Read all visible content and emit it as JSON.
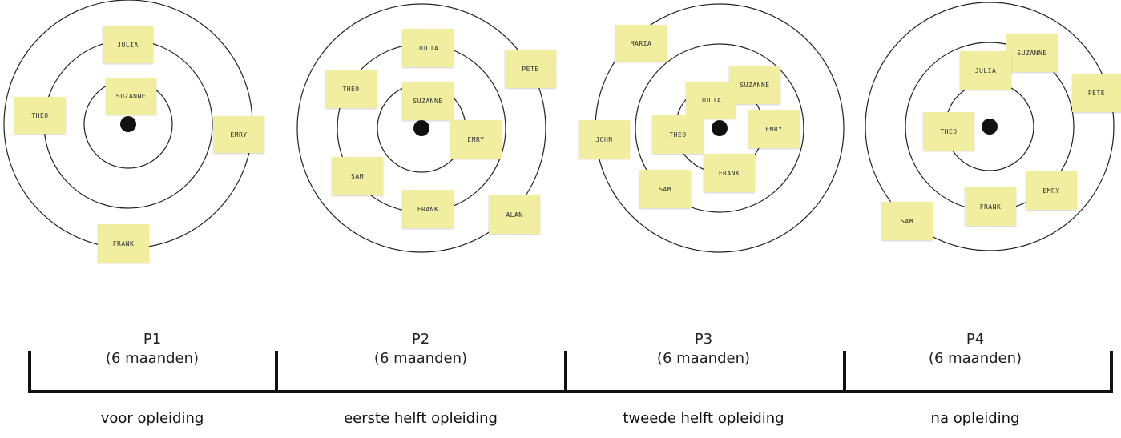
{
  "boards": [
    {
      "notes": [
        "JULIA",
        "SUZANNE",
        "THEO",
        "EMRY",
        "FRANK"
      ]
    },
    {
      "notes": [
        "JULIA",
        "PETE",
        "THEO",
        "SUZANNE",
        "EMRY",
        "SAM",
        "FRANK",
        "ALAN"
      ]
    },
    {
      "notes": [
        "MARIA",
        "SUZANNE",
        "JULIA",
        "THEO",
        "EMRY",
        "JOHN",
        "SAM",
        "FRANK"
      ]
    },
    {
      "notes": [
        "SUZANNE",
        "JULIA",
        "PETE",
        "THEO",
        "EMRY",
        "FRANK",
        "SAM"
      ]
    }
  ],
  "timeline": {
    "periods": [
      {
        "name": "P1",
        "duration": "(6 maanden)",
        "phase": "voor opleiding"
      },
      {
        "name": "P2",
        "duration": "(6 maanden)",
        "phase": "eerste helft opleiding"
      },
      {
        "name": "P3",
        "duration": "(6 maanden)",
        "phase": "tweede helft opleiding"
      },
      {
        "name": "P4",
        "duration": "(6 maanden)",
        "phase": "na opleiding"
      }
    ]
  },
  "colors": {
    "note": "#f2eea0",
    "line": "#111111"
  }
}
